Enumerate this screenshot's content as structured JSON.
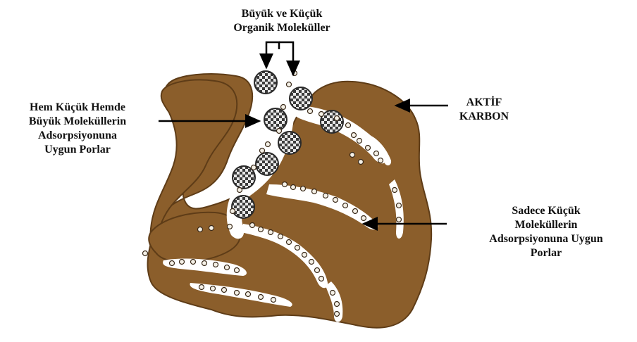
{
  "labels": {
    "top": [
      "Büyük ve Küçük",
      "Organik Moleküller"
    ],
    "left": [
      "Hem Küçük Hemde",
      "Büyük Moleküllerin",
      "Adsorpsiyonuna",
      "Uygun Porlar"
    ],
    "right": [
      "AKTİF",
      "KARBON"
    ],
    "bottom": [
      "Sadece Küçük",
      "Moleküllerin",
      "Adsorpsiyonuna Uygun",
      "Porlar"
    ]
  },
  "colors": {
    "carbon": "#8b5e2b",
    "carbon_edge": "#5e3c17",
    "pore": "#ffffff",
    "large_molecule_dark": "#3c3c3c",
    "large_molecule_light": "#e8e8e8",
    "arrow": "#000000"
  },
  "icons": {
    "large_molecule": "checkered-sphere-icon",
    "small_molecule": "small-circle-icon"
  }
}
